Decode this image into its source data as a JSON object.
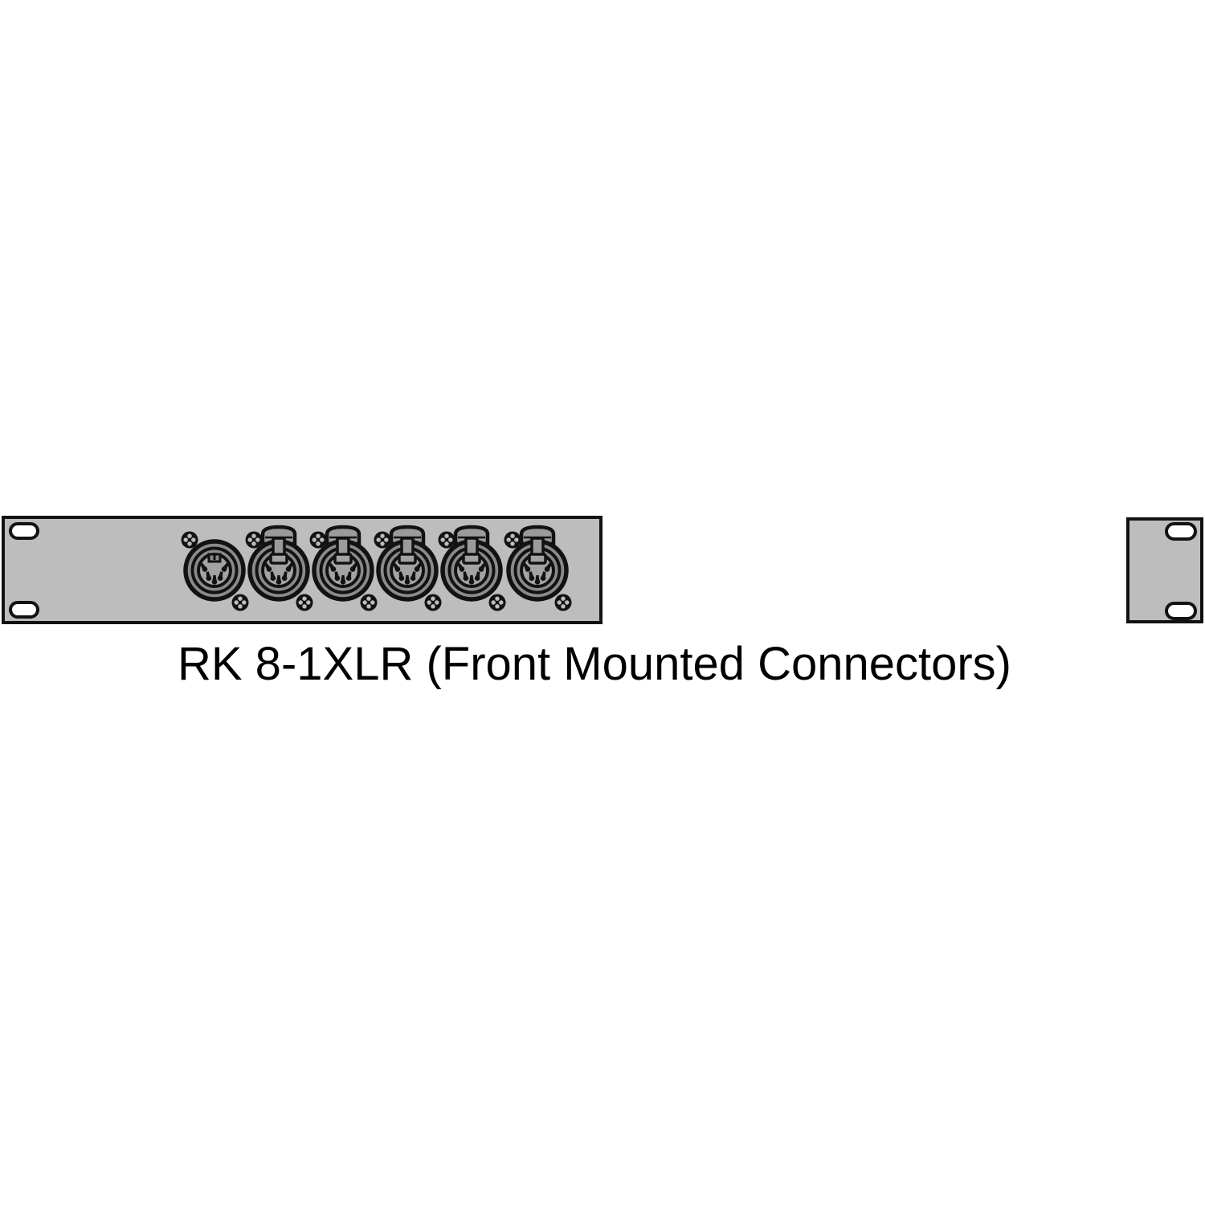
{
  "caption": "RK 8-1XLR (Front Mounted Connectors)",
  "colors": {
    "background": "#ffffff",
    "panel_gray": "#bdbdbd",
    "outline_black": "#121212",
    "metal_mid_gray": "#8b8b8b",
    "metal_light_gray": "#a3a3a3",
    "dome_gray": "#9b9b9b",
    "hole_white": "#ffffff"
  },
  "main_panel": {
    "description": "rack panel front with six 5-pin XLR female connectors",
    "mounting_hole_count": 2,
    "connectors": [
      {
        "label": "connector-1",
        "type": "5-pin-xlr-female",
        "latch_tab": false
      },
      {
        "label": "connector-2",
        "type": "5-pin-xlr-female",
        "latch_tab": true
      },
      {
        "label": "connector-3",
        "type": "5-pin-xlr-female",
        "latch_tab": true
      },
      {
        "label": "connector-4",
        "type": "5-pin-xlr-female",
        "latch_tab": true
      },
      {
        "label": "connector-5",
        "type": "5-pin-xlr-female",
        "latch_tab": true
      },
      {
        "label": "connector-6",
        "type": "5-pin-xlr-female",
        "latch_tab": true
      }
    ],
    "screws_per_connector": 2
  },
  "side_panel": {
    "description": "rack ear blank panel",
    "mounting_hole_count": 2
  }
}
